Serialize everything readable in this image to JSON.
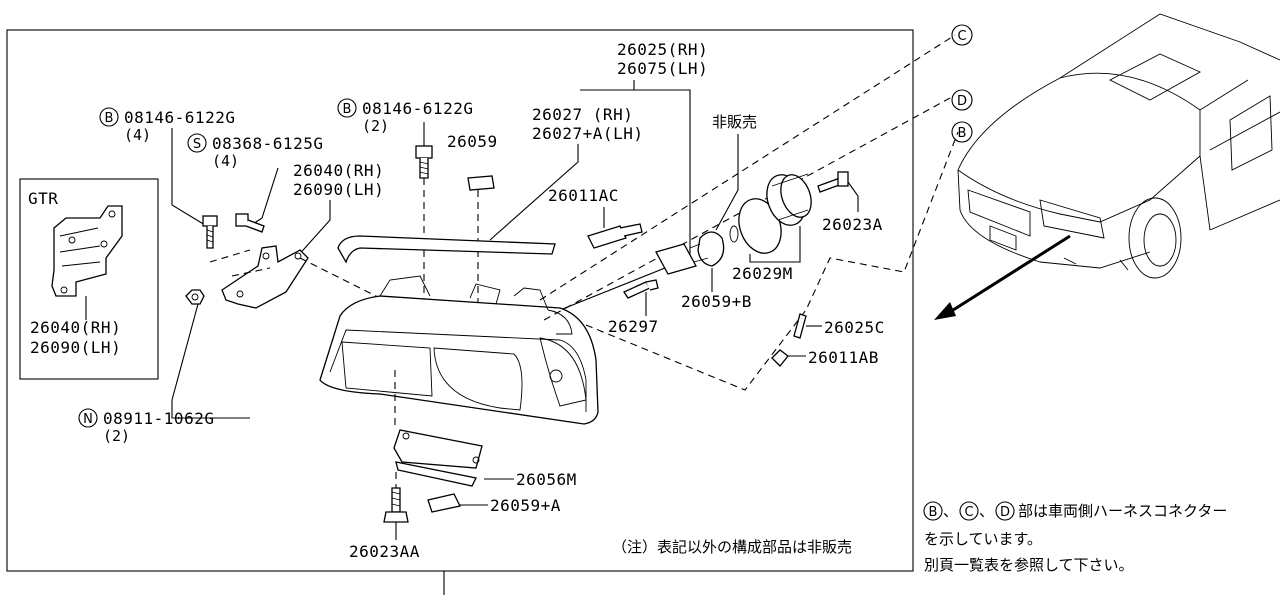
{
  "inset_label": "GTR",
  "connectors": {
    "C": "C",
    "D": "D",
    "B": "B"
  },
  "parts": {
    "p26025": "26025(RH)",
    "p26075": "26075(LH)",
    "p26027": "26027   (RH)",
    "p26027a": "26027+A(LH)",
    "not_sold": "非販売",
    "p26059": "26059",
    "p26011ac": "26011AC",
    "p26023a": "26023A",
    "p26029m": "26029M",
    "p26059b": "26059+B",
    "p26297": "26297",
    "p26025c": "26025C",
    "p26011ab": "26011AB",
    "p26056m": "26056M",
    "p26059a": "26059+A",
    "p26023aa": "26023AA",
    "p26040_top": "26040(RH)",
    "p26090_top": "26090(LH)",
    "p26040_gtr": "26040(RH)",
    "p26090_gtr": "26090(LH)",
    "bolt1": "08146-6122G",
    "bolt1_qty": "(4)",
    "screw": "08368-6125G",
    "screw_qty": "(4)",
    "bolt2": "08146-6122G",
    "bolt2_qty": "(2)",
    "nut": "08911-1062G",
    "nut_qty": "(2)"
  },
  "prefix": {
    "b1": "B",
    "s": "S",
    "b2": "B",
    "n": "N"
  },
  "notes": {
    "in_frame": "（注）表記以外の構成部品は非販売",
    "conn_b": "B",
    "conn_c": "C",
    "conn_d": "D",
    "sep1": "、",
    "sep2": "、",
    "line1_rest": "部は車両側ハーネスコネクター",
    "line2": "を示しています。",
    "line3": "別頁一覧表を参照して下さい。"
  }
}
